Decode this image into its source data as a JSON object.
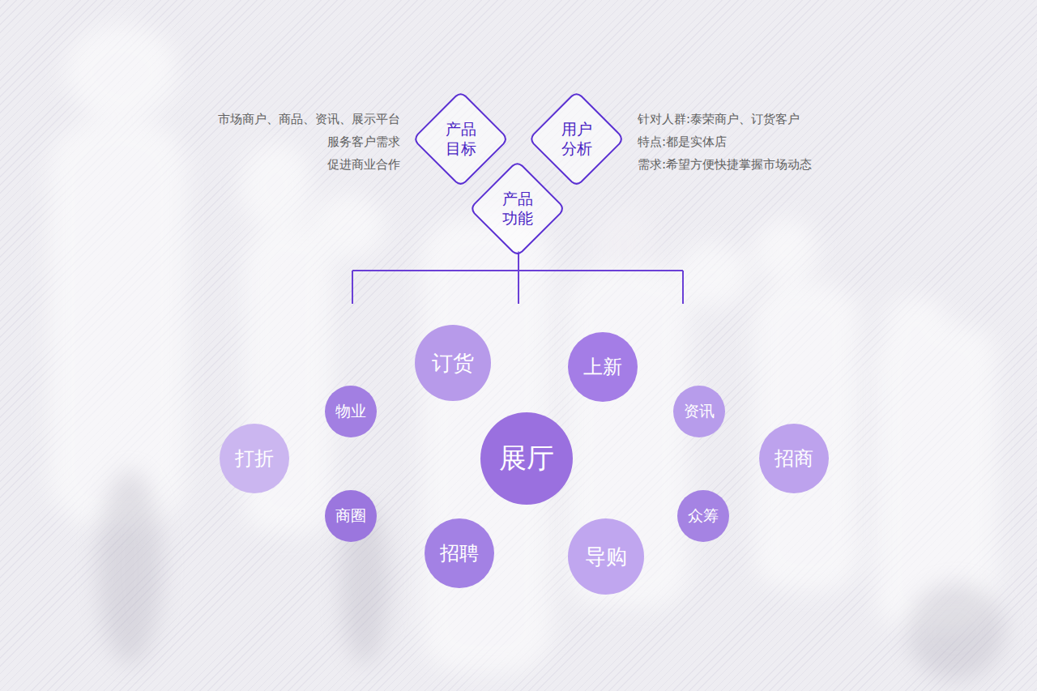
{
  "diagram": {
    "nodes": [
      {
        "text": [
          "产品 目标"
        ]
      },
      {
        "text": [
          "用户 分析"
        ]
      },
      {
        "text": [
          "产品 功能"
        ]
      },
      {
        "text": [
          "订货"
        ]
      },
      {
        "text": [
          "上新"
        ]
      },
      {
        "text": [
          "物业"
        ]
      },
      {
        "text": [
          "资讯"
        ]
      },
      {
        "text": [
          "打折"
        ]
      },
      {
        "text": [
          "展厅"
        ]
      },
      {
        "text": [
          "招商"
        ]
      },
      {
        "text": [
          "商圈"
        ]
      },
      {
        "text": [
          "众筹"
        ]
      },
      {
        "text": [
          "招聘"
        ]
      },
      {
        "text": [
          "导购"
        ]
      }
    ],
    "edges": [],
    "labels": [
      "市场商户、商品、资讯、展示平台",
      "服务客户需求",
      "促进商业合作",
      "针对人群:泰荣商户、订货客户",
      "特点:都是实体店",
      "需求:希望方便快捷掌握市场动态"
    ]
  }
}
